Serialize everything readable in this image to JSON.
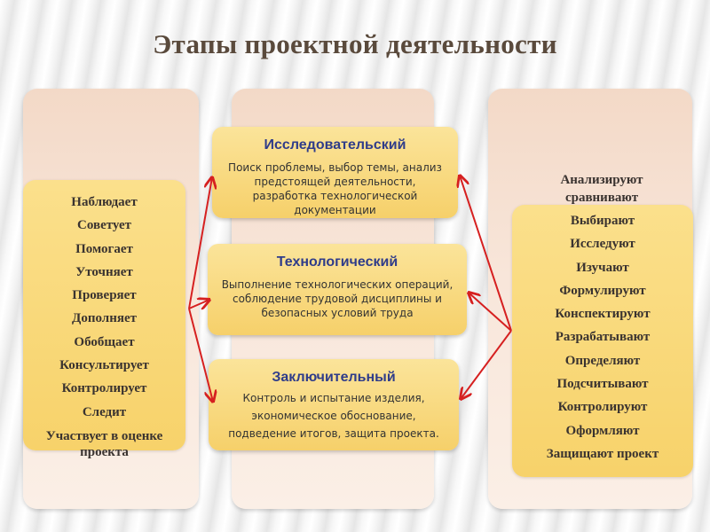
{
  "title": "Этапы проектной деятельности",
  "teacher_actions": [
    "Наблюдает",
    "Советует",
    "Помогает",
    "Уточняет",
    "Проверяет",
    "Дополняет",
    "Обобщает",
    "Консультирует",
    "Контролирует",
    "Следит",
    "Участвует в оценке проекта"
  ],
  "stages": [
    {
      "name": "Исследовательский",
      "description": "Поиск проблемы, выбор темы, анализ предстоящей деятельности, разработка технологической документации"
    },
    {
      "name": "Технологический",
      "description": "Выполнение технологических операций, соблюдение трудовой дисциплины и безопасных условий труда"
    },
    {
      "name": "Заключительный",
      "description": "Контроль и испытание изделия, экономическое обоснование, подведение итогов, защита проекта."
    }
  ],
  "student_actions_header": [
    "Анализируют",
    "сравнивают"
  ],
  "student_actions": [
    "Выбирают",
    "Исследуют",
    "Изучают",
    "Формулируют",
    "Конспектируют",
    "Разрабатывают",
    "Определяют",
    "Подсчитывают",
    "Контролируют",
    "Оформляют",
    "Защищают проект"
  ],
  "colors": {
    "title": "#5a4a3c",
    "stage_title": "#2f3c8a",
    "arrow": "#d62020",
    "box_fill": "#f7d26a",
    "column_fill": "#f3d9c7"
  }
}
